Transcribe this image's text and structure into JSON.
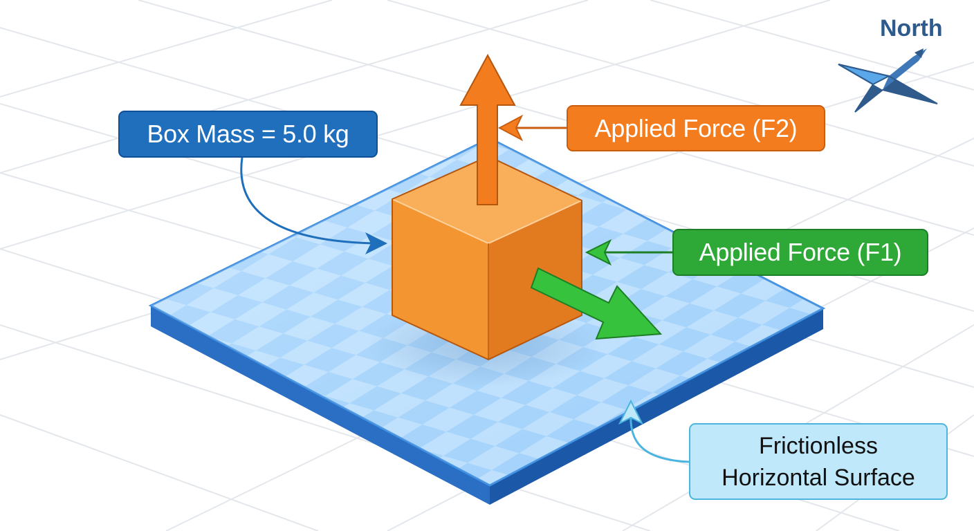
{
  "labels": {
    "box_mass": "Box Mass = 5.0 kg",
    "force_f2": "Applied Force (F2)",
    "force_f1": "Applied Force (F1)",
    "surface_line1": "Frictionless",
    "surface_line2": "Horizontal Surface",
    "compass": "North"
  },
  "colors": {
    "box_label": "#1f6fbd",
    "force_f2": "#f37c1f",
    "force_f1": "#2ea836",
    "surface": "#5aa8ea",
    "surface_label": "#bfe8fb",
    "compass": "#2e5b8c"
  },
  "icons": {
    "compass": "compass-star-icon"
  }
}
